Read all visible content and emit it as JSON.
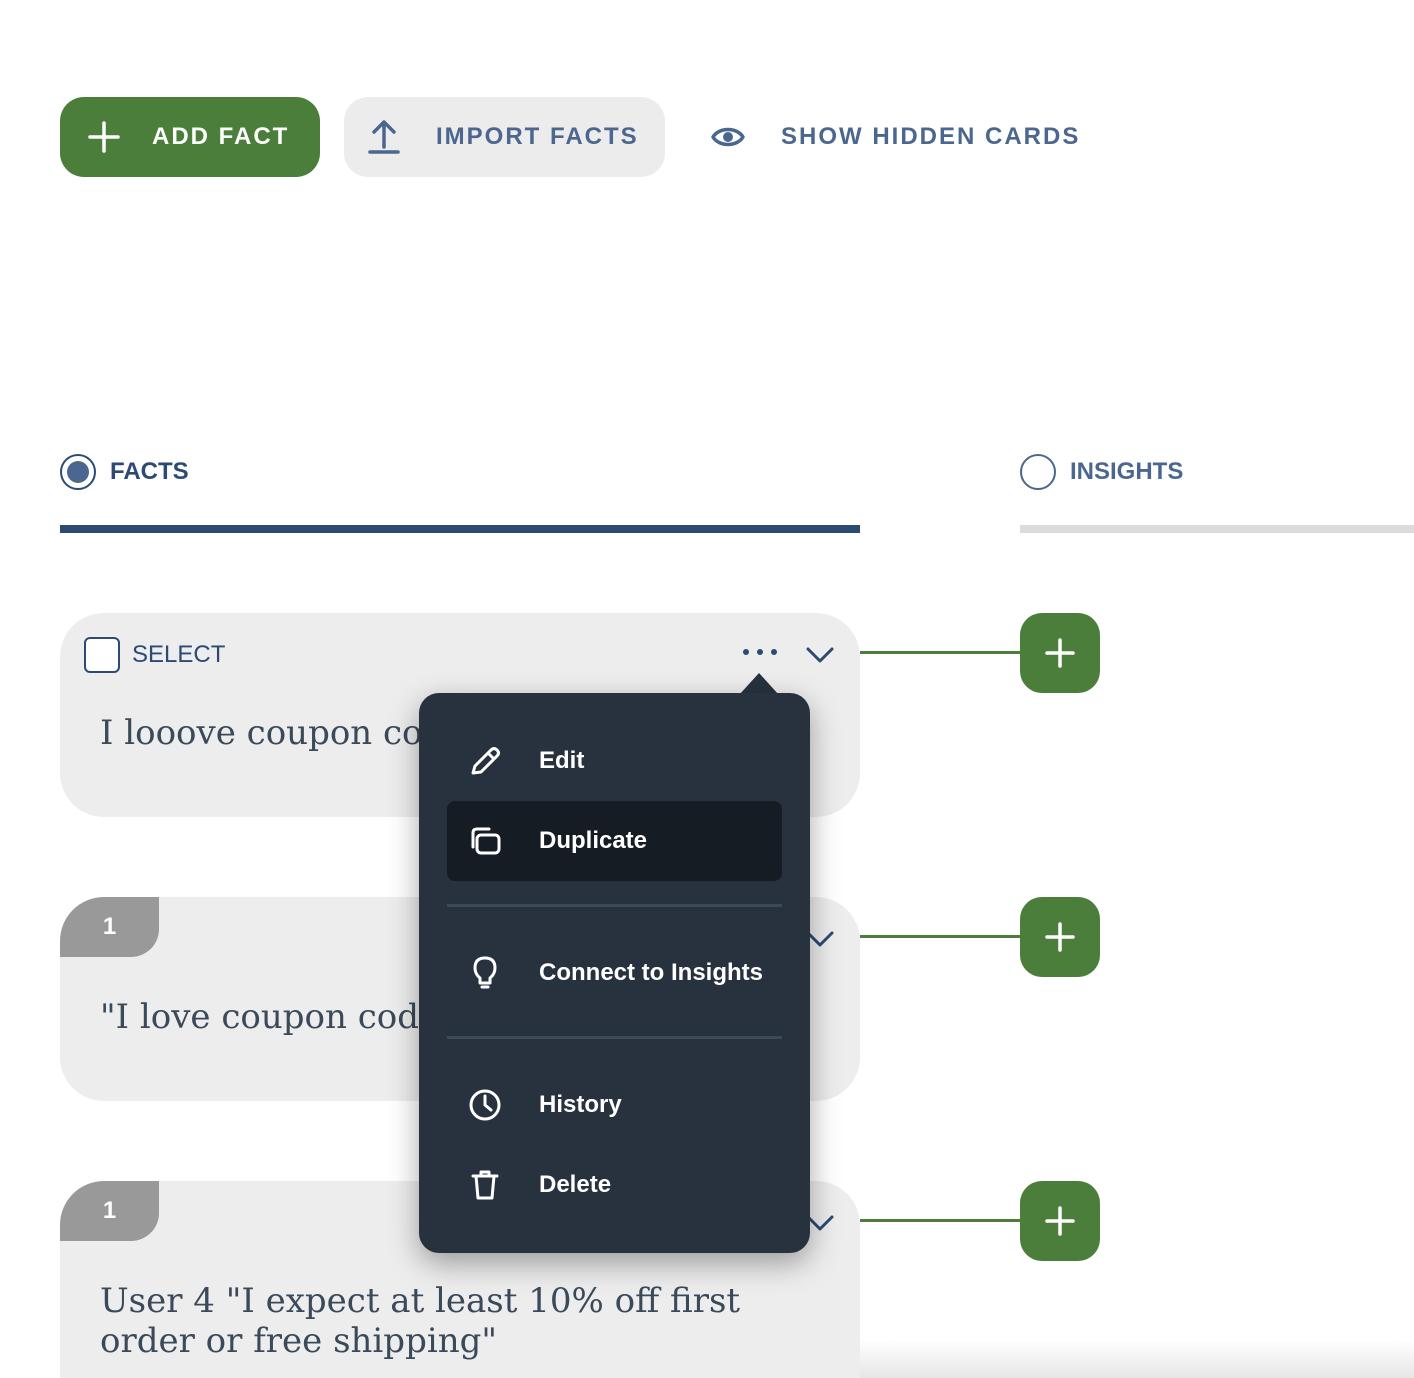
{
  "toolbar": {
    "add_fact_label": "ADD FACT",
    "import_facts_label": "IMPORT FACTS",
    "show_hidden_label": "SHOW HIDDEN CARDS"
  },
  "tabs": {
    "facts_label": "FACTS",
    "insights_label": "INSIGHTS",
    "selected": "FACTS"
  },
  "cards": [
    {
      "select_label": "SELECT",
      "badge": "",
      "text": "I looove coupon code"
    },
    {
      "select_label": "",
      "badge": "1",
      "text": "\"I love coupon codes"
    },
    {
      "select_label": "",
      "badge": "1",
      "text": "User 4 \"I expect at least 10% off first order or free shipping\""
    }
  ],
  "menu": {
    "items": [
      {
        "label": "Edit",
        "icon": "pencil-icon"
      },
      {
        "label": "Duplicate",
        "icon": "duplicate-icon"
      },
      {
        "label": "Connect to Insights",
        "icon": "lightbulb-icon"
      },
      {
        "label": "History",
        "icon": "clock-icon"
      },
      {
        "label": "Delete",
        "icon": "trash-icon"
      }
    ],
    "highlighted": "Duplicate"
  },
  "colors": {
    "primary_green": "#4a7e3a",
    "navy": "#2c4a74",
    "slate_blue": "#4b6790",
    "card_bg": "#ededed",
    "menu_bg": "#28323f",
    "badge_bg": "#999999"
  }
}
